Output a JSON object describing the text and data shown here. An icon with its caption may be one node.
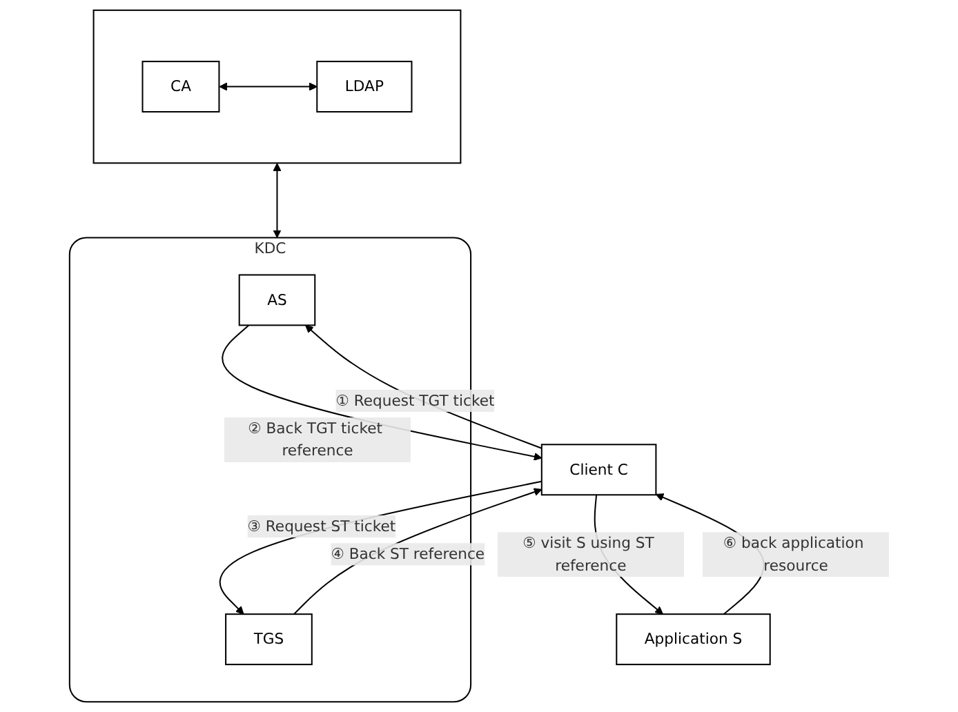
{
  "diagram": {
    "nodes": [
      {
        "text": [],
        "shape": "box"
      },
      {
        "text": [
          "CA"
        ],
        "in": 0
      },
      {
        "text": [
          "LDAP"
        ],
        "in": 0
      },
      {
        "text": [
          "KDC"
        ]
      },
      {
        "text": [
          "AS"
        ],
        "in": 3
      },
      {
        "text": [
          "TGS"
        ],
        "in": 3
      },
      {
        "text": [
          "Client C"
        ]
      },
      {
        "text": [
          "Application S"
        ]
      }
    ],
    "edges": [
      {
        "from": 1,
        "to": 2,
        "arrow": "both"
      },
      {
        "from": 0,
        "to": 3,
        "arrow": "both"
      },
      {
        "from": 6,
        "to": 4,
        "arrow": "to",
        "label": "① Request TGT ticket"
      },
      {
        "from": 4,
        "to": 6,
        "arrow": "to",
        "label": "② Back TGT ticket reference"
      },
      {
        "from": 6,
        "to": 5,
        "arrow": "to",
        "label": "③ Request ST ticket"
      },
      {
        "from": 5,
        "to": 6,
        "arrow": "to",
        "label": "④ Back ST reference"
      },
      {
        "from": 6,
        "to": 7,
        "arrow": "to",
        "label": "⑤ visit S using ST reference"
      },
      {
        "from": 7,
        "to": 6,
        "arrow": "to",
        "label": "⑥ back application resource"
      }
    ]
  }
}
